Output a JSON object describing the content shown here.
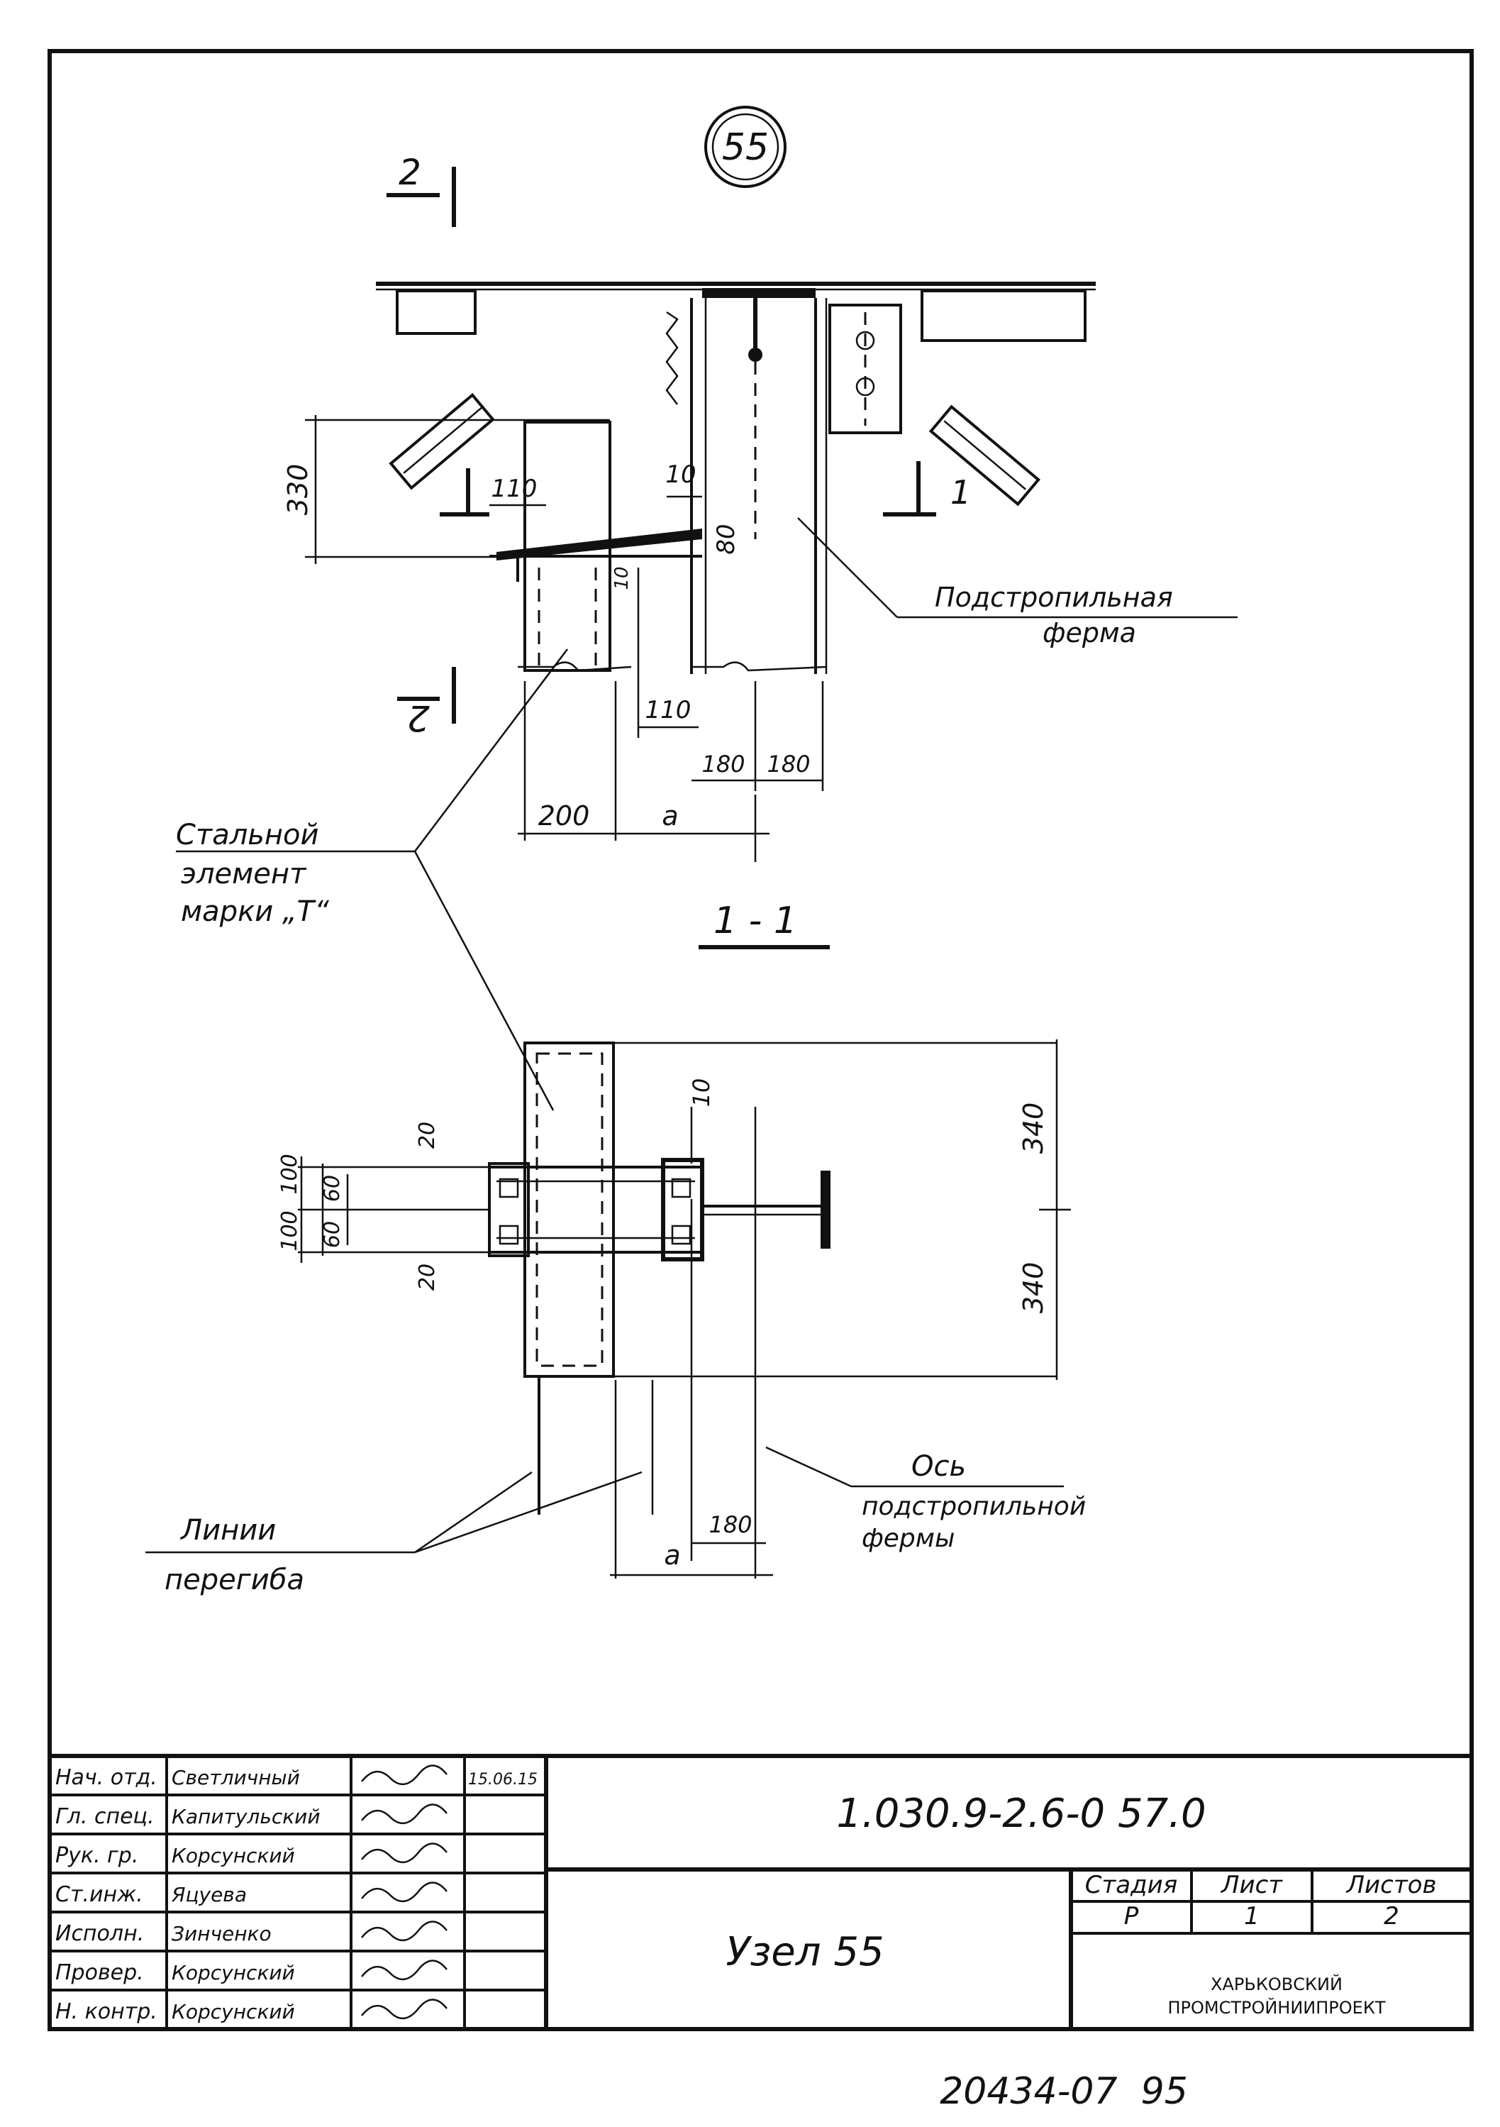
{
  "node_mark": "55",
  "section_top_label": "2",
  "section_bottom_label": "2",
  "section_right_label": "1",
  "section_title": "1 - 1",
  "callouts": {
    "truss": [
      "Подстропильная",
      "ферма"
    ],
    "steel": [
      "Стальной",
      "элемент",
      "марки „Т“"
    ],
    "bend": [
      "Линии",
      "перегиба"
    ],
    "axis": [
      "Ось",
      "подстропильной",
      "фермы"
    ]
  },
  "dims_top": {
    "d330": "330",
    "d110_top": "110",
    "d10_top": "10",
    "d80": "80",
    "d10_mid": "10",
    "d110_low": "110",
    "d180_a": "180",
    "d180_b": "180",
    "d200": "200",
    "da_top": "a"
  },
  "dims_section": {
    "d10": "10",
    "d20_top": "20",
    "d100_a": "100",
    "d60_a": "60",
    "d60_b": "60",
    "d100_b": "100",
    "d20_bot": "20",
    "d340_top": "340",
    "d340_bot": "340",
    "d180": "180",
    "da": "a"
  },
  "title_block": {
    "rows": [
      {
        "role": "Нач. отд.",
        "name": "Светличный",
        "date": "15.06.15"
      },
      {
        "role": "Гл. спец.",
        "name": "Капитульский",
        "date": ""
      },
      {
        "role": "Рук. гр.",
        "name": "Корсунский",
        "date": ""
      },
      {
        "role": "Ст.инж.",
        "name": "Яцуева",
        "date": ""
      },
      {
        "role": "Исполн.",
        "name": "Зинченко",
        "date": ""
      },
      {
        "role": "Провер.",
        "name": "Корсунский",
        "date": ""
      },
      {
        "role": "Н. контр.",
        "name": "Корсунский",
        "date": ""
      }
    ],
    "doc_code": "1.030.9-2.6-0 57.0",
    "title": "Узел 55",
    "stage_header": "Стадия",
    "sheet_header": "Лист",
    "sheets_header": "Листов",
    "stage": "Р",
    "sheet": "1",
    "sheets": "2",
    "org_line1": "ХАРЬКОВСКИЙ",
    "org_line2": "ПРОМСТРОЙНИИПРОЕКТ"
  },
  "footer_number": "20434-07  95"
}
